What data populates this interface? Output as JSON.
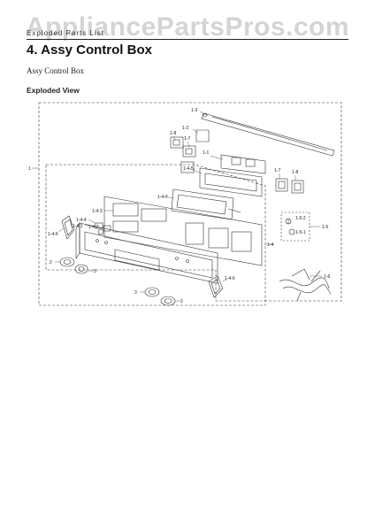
{
  "watermark": "AppliancePartsPros.com",
  "header_small": "Exploded Parts List",
  "section_title": "4.  Assy Control Box",
  "subtitle": "Assy Control Box",
  "view_label": "Exploded View",
  "callouts": {
    "c1": "1",
    "c1_1": "1-1",
    "c1_2": "1-2",
    "c1_3": "1-3",
    "c1_4": "1-4",
    "c1_5": "1-5",
    "c1_5_1": "1-5-1",
    "c1_5_2": "1-5-2",
    "c1_6": "1-6",
    "c1_7a": "1-7",
    "c1_7b": "1-7",
    "c1_8a": "1-8",
    "c1_8b": "1-8",
    "c1_4_1": "1-4-1",
    "c1_4_2": "1-4-2",
    "c1_4_3": "1-4-3",
    "c1_4_4": "1-4-4",
    "c1_4_5": "1-4-5",
    "c1_4_6a": "1-4-6",
    "c1_4_6b": "1-4-6",
    "c1_4_7": "1-4-7",
    "c2a": "2",
    "c2b": "2",
    "c2c": "2",
    "c3a": "3",
    "c3b": "3"
  }
}
